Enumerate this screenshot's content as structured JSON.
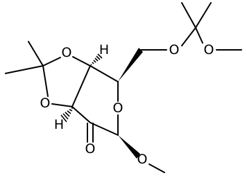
{
  "structure": {
    "atom_labels": {
      "o_ring_top": "O",
      "o_ring_bottom": "O",
      "o_pyran": "O",
      "o_carbonyl": "O",
      "o_methoxy": "O",
      "o_ether_ch2": "O",
      "o_ether_methoxy": "O",
      "h_top": "H",
      "h_bottom": "H"
    }
  }
}
